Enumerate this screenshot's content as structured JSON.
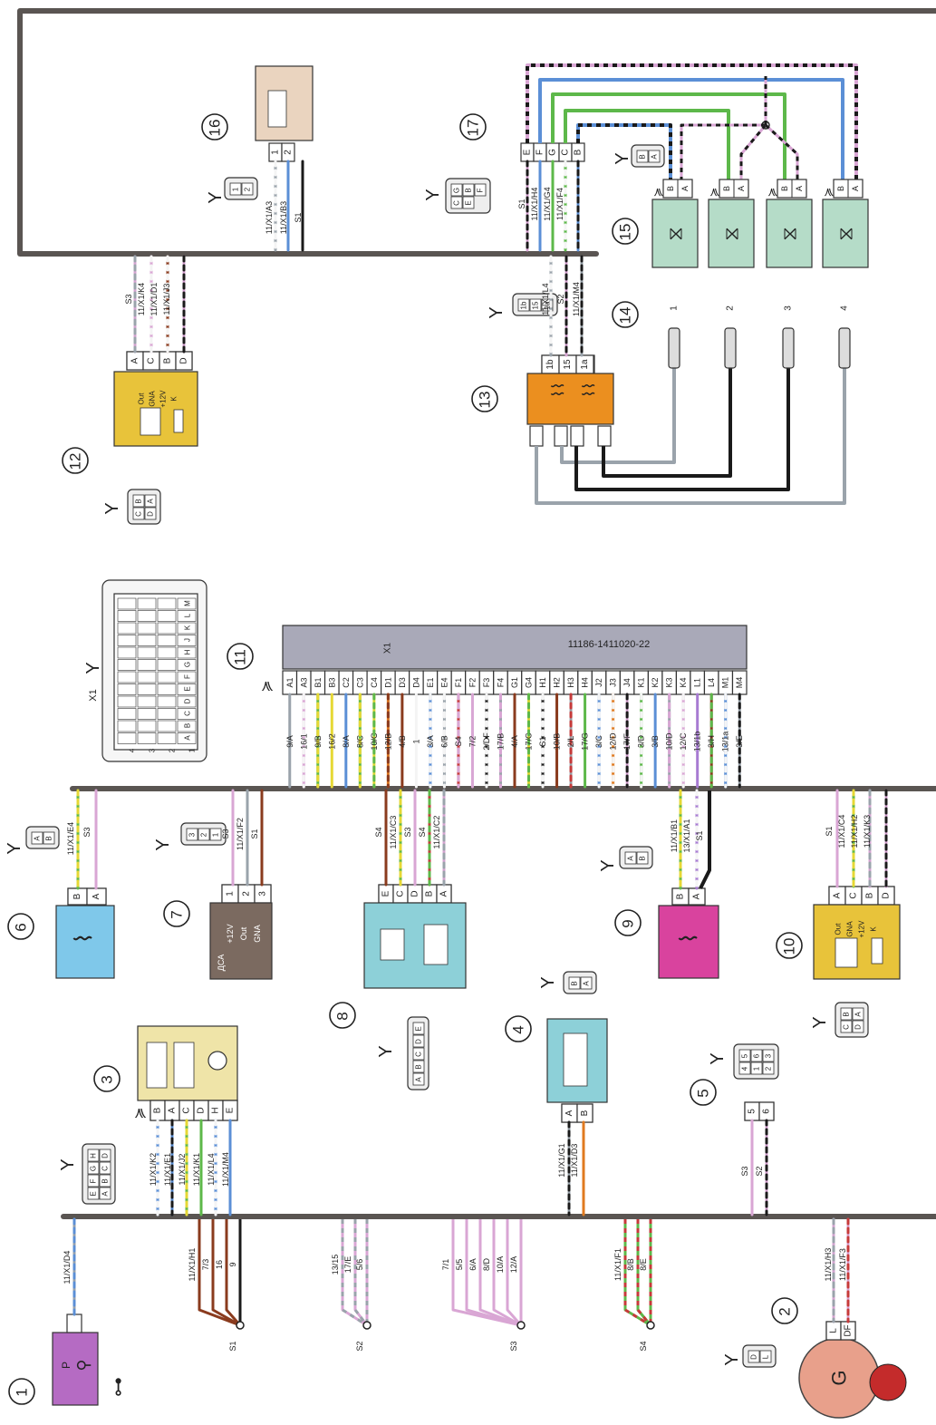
{
  "ecu": {
    "part_number": "11186-1411020-22",
    "connector_name": "X1",
    "pins": [
      "A1",
      "A3",
      "B1",
      "B3",
      "C2",
      "C3",
      "C4",
      "D1",
      "D3",
      "D4",
      "E1",
      "E4",
      "F1",
      "F2",
      "F3",
      "F4",
      "G1",
      "G4",
      "H1",
      "H2",
      "H3",
      "H4",
      "J2",
      "J3",
      "J4",
      "K1",
      "K2",
      "K3",
      "K4",
      "L1",
      "L4",
      "M1",
      "M4"
    ],
    "wires": [
      "9/A",
      "16/1",
      "9/B",
      "16/2",
      "8/A",
      "8/C",
      "10/C",
      "12/B",
      "4/B",
      "1",
      "3/A",
      "6/B",
      "S4",
      "7/2",
      "2/DF",
      "17/B",
      "4/A",
      "17/C",
      "S1",
      "10/B",
      "2/L",
      "17/G",
      "3/C",
      "12/D",
      "17/F",
      "3/D",
      "3/B",
      "10/D",
      "12/C",
      "13/1b",
      "3/H",
      "13/1a",
      "3/E"
    ]
  },
  "callouts": [
    "1",
    "2",
    "3",
    "4",
    "5",
    "6",
    "7",
    "8",
    "9",
    "10",
    "11",
    "12",
    "13",
    "14",
    "15",
    "16",
    "17"
  ],
  "symbols": {
    "connector_mark": "Y",
    "generator": "G",
    "pressure_label": "P",
    "harness_label": "X1"
  },
  "component1": {
    "wire": "11/X1/D4"
  },
  "component2": {
    "pins": [
      "L",
      "DF"
    ],
    "plug": [
      "D",
      "L"
    ],
    "wires": [
      "11/X1/H3",
      "11/X1/F3"
    ]
  },
  "component3": {
    "pins": [
      "B",
      "A",
      "C",
      "D",
      "H",
      "E"
    ],
    "plug": [
      "H",
      "D",
      "G",
      "C",
      "F",
      "B",
      "E",
      "A"
    ],
    "wires": [
      "11/X1/K2",
      "11/X1/E1",
      "11/X1/J2",
      "11/X1/K1",
      "11/X1/L4",
      "11/X1/M4"
    ]
  },
  "component4": {
    "pins": [
      "A",
      "B"
    ],
    "plug": [
      "B",
      "A"
    ],
    "wires": [
      "11/X1/G1",
      "11/X1/D3"
    ]
  },
  "component5": {
    "pins": [
      "5",
      "6"
    ],
    "plug": [
      "5",
      "6",
      "3",
      "4",
      "1",
      "2"
    ],
    "wires": [
      "S3",
      "S2"
    ]
  },
  "component6": {
    "pins": [
      "B",
      "A"
    ],
    "plug": [
      "A",
      "B"
    ],
    "wires": [
      "11/X1/E4",
      "S3"
    ]
  },
  "component7": {
    "pins": [
      "1",
      "2",
      "3"
    ],
    "plug": [
      "3",
      "2",
      "1"
    ],
    "labels": [
      "+12V",
      "Out",
      "GNA"
    ],
    "name": "ДСА",
    "wires": [
      "S3",
      "11/X1/F2",
      "S1"
    ]
  },
  "component8": {
    "pins": [
      "E",
      "C",
      "D",
      "B",
      "A"
    ],
    "plug": [
      "E",
      "D",
      "C",
      "B",
      "A"
    ],
    "wires": [
      "S4",
      "11/X1/C3",
      "S3",
      "S4",
      "11/X1/C2"
    ]
  },
  "component9": {
    "pins": [
      "B",
      "A"
    ],
    "plug": [
      "A",
      "B"
    ],
    "wires": [
      "11/X1/B1",
      "13/X1/A1",
      "S1"
    ]
  },
  "component10": {
    "pins": [
      "A",
      "C",
      "B",
      "D"
    ],
    "plug": [
      "B",
      "A",
      "C",
      "D"
    ],
    "labels": [
      "Out",
      "GNA",
      "+12V",
      "K"
    ],
    "wires": [
      "S1",
      "11/X1/C4",
      "11/X1/H2",
      "11/X1/K3"
    ]
  },
  "component12": {
    "pins": [
      "A",
      "C",
      "B",
      "D"
    ],
    "plug": [
      "B",
      "A",
      "C",
      "D"
    ],
    "labels": [
      "Out",
      "GNA",
      "+12V",
      "K"
    ],
    "wires": [
      "S3",
      "11/X1/K4",
      "11/X1/D1",
      "11/X1/J3"
    ]
  },
  "component13": {
    "pins": [
      "1b",
      "15",
      "1a"
    ],
    "plug": [
      "1b",
      "15",
      "1a"
    ],
    "wires": [
      "11/X1/L4",
      "S2",
      "11/X1/M4"
    ]
  },
  "component14": {
    "plugs": [
      "1",
      "2",
      "3",
      "4"
    ]
  },
  "component15": {
    "pins": [
      "B",
      "A"
    ],
    "plug": [
      "B",
      "A"
    ]
  },
  "component16": {
    "pins": [
      "1",
      "2"
    ],
    "plug": [
      "1",
      "2"
    ],
    "wires": [
      "11/X1/A3",
      "11/X1/B3",
      "S1"
    ]
  },
  "component17": {
    "pins": [
      "E",
      "F",
      "G",
      "C",
      "B"
    ],
    "plug": [
      "G",
      "B",
      "F",
      "C",
      "E"
    ],
    "wires": [
      "S1",
      "11/X1/H4",
      "11/X1/G4",
      "11/X1/F4"
    ]
  },
  "splices": [
    {
      "name": "S1",
      "wires": [
        "11/X1/H1",
        "7/3",
        "16",
        "9"
      ]
    },
    {
      "name": "S2",
      "wires": [
        "13/15",
        "17/E",
        "5/6"
      ]
    },
    {
      "name": "S3",
      "wires": [
        "7/1",
        "5/5",
        "6/A",
        "8/D",
        "10/A",
        "12/A"
      ]
    },
    {
      "name": "S4",
      "wires": [
        "11/X1/F1",
        "8/B",
        "8/E"
      ]
    }
  ],
  "colors": {
    "frame": "#5a5552",
    "ecu_body": "#a9a9b8",
    "sensor_yellow": "#e8c33a",
    "sensor_blue": "#7fc8ea",
    "sensor_cyan": "#8dd0d8",
    "sensor_magenta": "#d9439e",
    "sensor_brown": "#7b6a60",
    "relay_cream": "#efe4a8",
    "coil_orange": "#eb8f1f",
    "injector_green": "#b5dcc8",
    "pump_purple": "#b56bc3",
    "generator": "#e8a08b"
  }
}
